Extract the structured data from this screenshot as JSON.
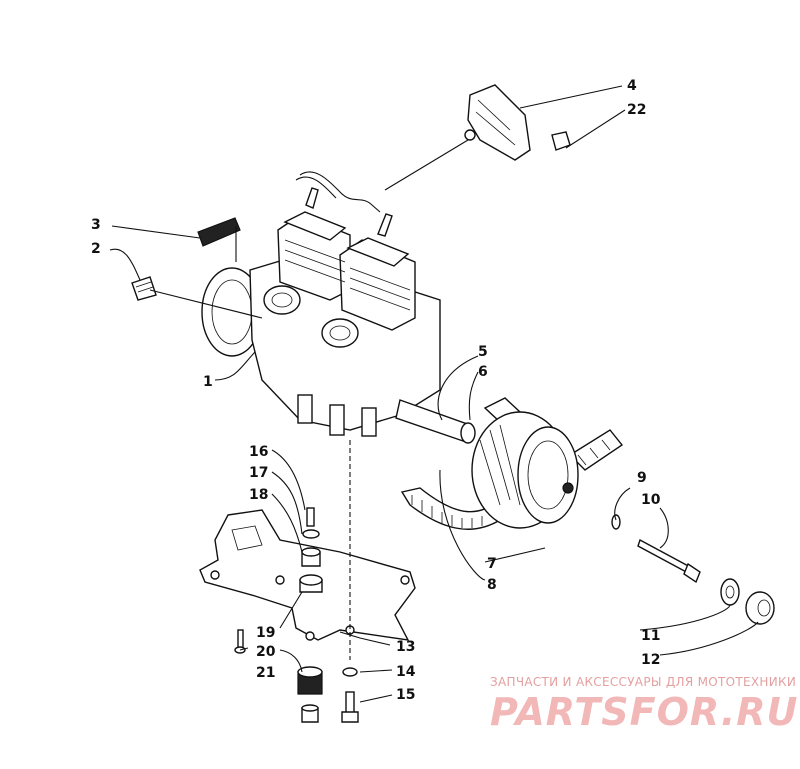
{
  "diagram": {
    "callouts": [
      {
        "num": "1"
      },
      {
        "num": "2"
      },
      {
        "num": "3"
      },
      {
        "num": "4"
      },
      {
        "num": "22"
      },
      {
        "num": "5"
      },
      {
        "num": "6"
      },
      {
        "num": "7"
      },
      {
        "num": "8"
      },
      {
        "num": "9"
      },
      {
        "num": "10"
      },
      {
        "num": "11"
      },
      {
        "num": "12"
      },
      {
        "num": "13"
      },
      {
        "num": "14"
      },
      {
        "num": "15"
      },
      {
        "num": "16"
      },
      {
        "num": "17"
      },
      {
        "num": "18"
      },
      {
        "num": "19"
      },
      {
        "num": "20"
      },
      {
        "num": "21"
      }
    ]
  },
  "watermark": {
    "caption": "ЗАПЧАСТИ И АКСЕССУАРЫ ДЛЯ МОТОТЕХНИКИ",
    "logo": "PARTSFOR.RU"
  },
  "colors": {
    "line": "#111111",
    "watermark": "#f2b7b7"
  }
}
